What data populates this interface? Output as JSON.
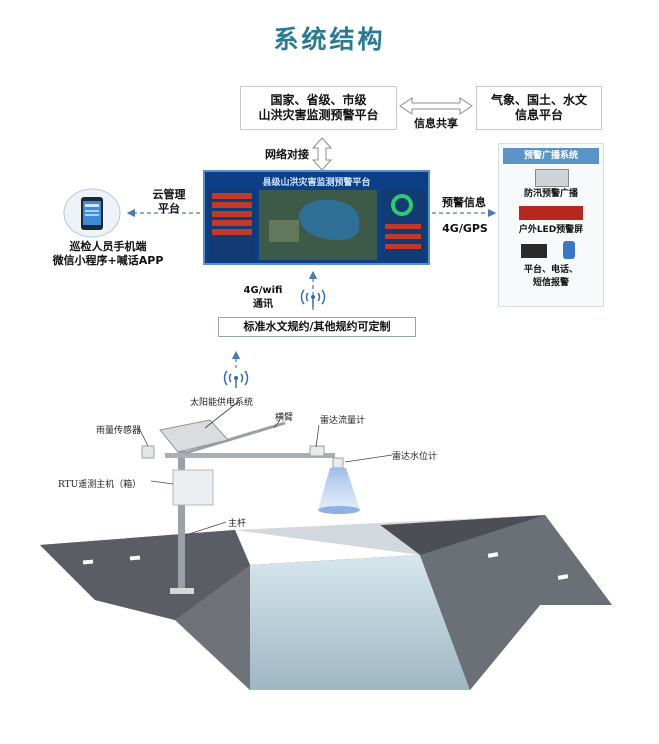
{
  "title": "系统结构",
  "national_platform": {
    "line1": "国家、省级、市级",
    "line2": "山洪灾害监测预警平台"
  },
  "weather_platform": {
    "line1": "气象、国土、水文",
    "line2": "信息平台"
  },
  "info_share": "信息共享",
  "network_link": "网络对接",
  "cloud_mgmt": {
    "line1": "云管理",
    "line2": "平台"
  },
  "mobile": {
    "line1": "巡检人员手机端",
    "line2": "微信小程序+喊话APP"
  },
  "county_platform_title": "县级山洪灾害监测预警平台",
  "warning_info": "预警信息",
  "transport": "4G/GPS",
  "comm": {
    "line1": "4G/wifi",
    "line2": "通讯"
  },
  "customizable": "标准水文规约/其他规约可定制",
  "warning_system": {
    "title": "预警广播系统",
    "items": [
      "防汛预警广播",
      "户外LED预警屏",
      "平台、电话、",
      "短信报警"
    ]
  },
  "station_labels": {
    "solar": "太阳能供电系统",
    "arm": "横臂",
    "radar_flow": "雷达流量计",
    "rain": "雨量传感器",
    "radar_level": "雷达水位计",
    "rtu": "RTU遥测主机（箱）",
    "pole": "主杆"
  },
  "colors": {
    "title": "#2a7a93",
    "platform": "#0c3f86",
    "panel_head": "#5a93c8",
    "arrow": "#4c79b8"
  }
}
